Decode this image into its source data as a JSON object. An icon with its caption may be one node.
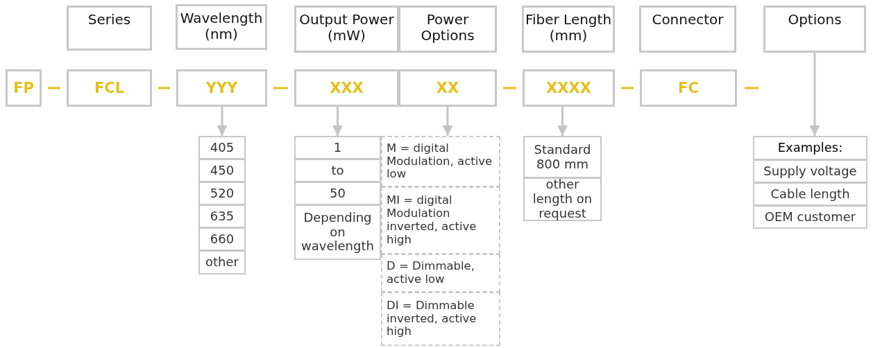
{
  "diagram": {
    "nodes": [
      {
        "text": [
          "Series"
        ]
      },
      {
        "text": [
          "Wavelength (nm)"
        ]
      },
      {
        "text": [
          "Output Power (mW)"
        ]
      },
      {
        "text": [
          "Power Options"
        ]
      },
      {
        "text": [
          "Fiber Length (mm)"
        ]
      },
      {
        "text": [
          "Connector"
        ]
      },
      {
        "text": [
          "Options"
        ]
      },
      {
        "text": [
          "FP"
        ]
      },
      {
        "text": [
          "FCL"
        ]
      },
      {
        "text": [
          "YYY"
        ]
      },
      {
        "text": [
          "XXX"
        ]
      },
      {
        "text": [
          "XX"
        ]
      },
      {
        "text": [
          "XXXX"
        ]
      },
      {
        "text": [
          "FC"
        ]
      },
      {
        "text": [
          "405"
        ]
      },
      {
        "text": [
          "450"
        ]
      },
      {
        "text": [
          "520"
        ]
      },
      {
        "text": [
          "635"
        ]
      },
      {
        "text": [
          "660"
        ]
      },
      {
        "text": [
          "other"
        ]
      },
      {
        "text": [
          "1"
        ]
      },
      {
        "text": [
          "to"
        ]
      },
      {
        "text": [
          "50"
        ]
      },
      {
        "text": [
          "Depending on wavelength"
        ]
      },
      {
        "text": [
          "M = digital Modulation, active low"
        ]
      },
      {
        "text": [
          "MI = digital Modulation inverted, active high"
        ]
      },
      {
        "text": [
          "D = Dimmable, active low"
        ]
      },
      {
        "text": [
          "DI = Dimmable inverted, active high"
        ]
      },
      {
        "text": [
          "Standard 800 mm"
        ]
      },
      {
        "text": [
          "other length on request"
        ]
      },
      {
        "text": [
          "Examples:"
        ]
      },
      {
        "text": [
          "Supply voltage"
        ]
      },
      {
        "text": [
          "Cable length"
        ]
      },
      {
        "text": [
          "OEM customer"
        ]
      }
    ],
    "edges": [
      {
        "from": 7,
        "to": 8,
        "arrow": "none"
      },
      {
        "from": 8,
        "to": 9,
        "arrow": "none"
      },
      {
        "from": 9,
        "to": 10,
        "arrow": "none"
      },
      {
        "from": 11,
        "to": 12,
        "arrow": "none"
      },
      {
        "from": 12,
        "to": 13,
        "arrow": "none"
      },
      {
        "from": 13,
        "to": null,
        "arrow": "none"
      },
      {
        "from": 9,
        "to": 14,
        "arrow": "to",
        "color": "#c4c4c4"
      },
      {
        "from": 10,
        "to": 20,
        "arrow": "to",
        "color": "#c4c4c4"
      },
      {
        "from": 11,
        "to": 24,
        "arrow": "to",
        "color": "#c4c4c4"
      },
      {
        "from": 12,
        "to": 28,
        "arrow": "to",
        "color": "#c4c4c4"
      },
      {
        "from": 6,
        "to": 30,
        "arrow": "to",
        "color": "#c4c4c4"
      }
    ]
  }
}
